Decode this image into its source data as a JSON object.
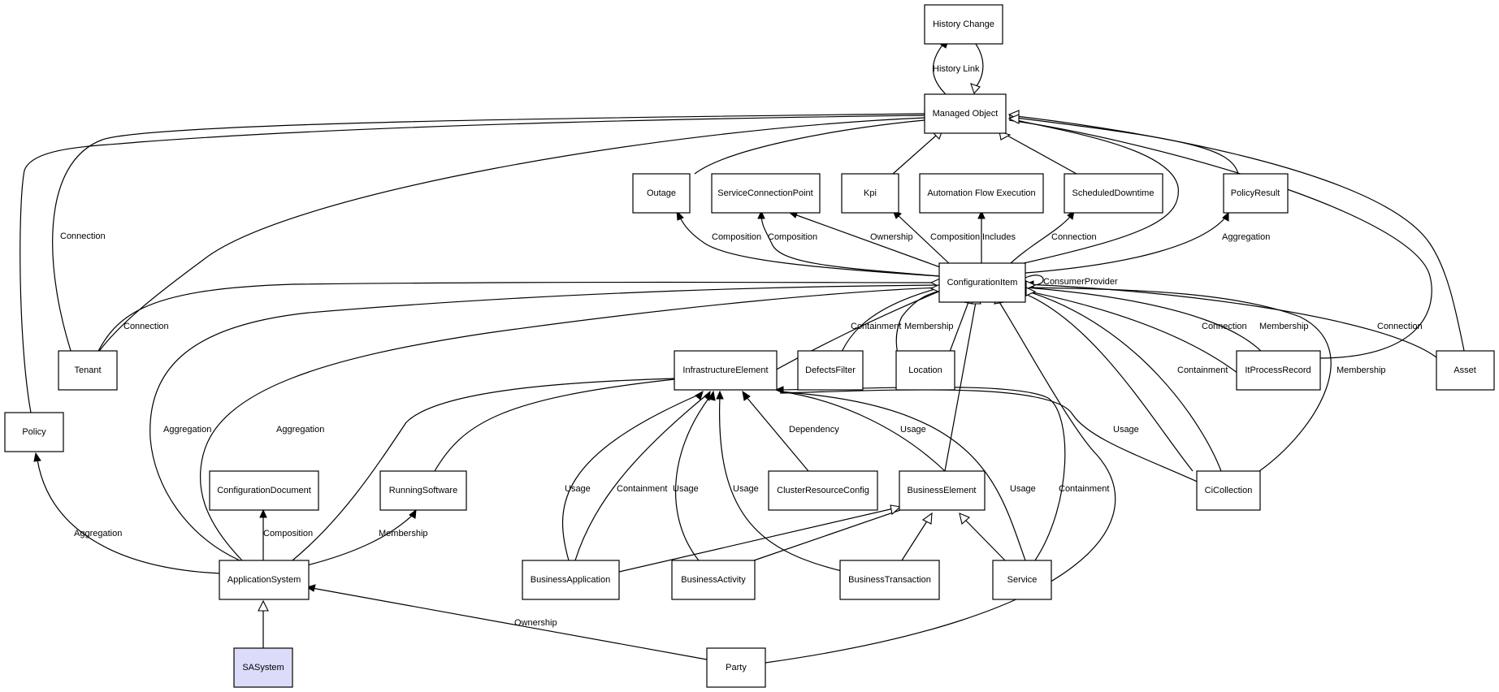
{
  "nodes": {
    "history_change": "History Change",
    "managed_object": "Managed Object",
    "outage": "Outage",
    "service_connection_point": "ServiceConnectionPoint",
    "kpi": "Kpi",
    "automation_flow_execution": "Automation Flow Execution",
    "scheduled_downtime": "ScheduledDowntime",
    "policy_result": "PolicyResult",
    "configuration_item": "ConfigurationItem",
    "tenant": "Tenant",
    "policy": "Policy",
    "infrastructure_element": "InfrastructureElement",
    "defects_filter": "DefectsFilter",
    "location": "Location",
    "it_process_record": "ItProcessRecord",
    "asset": "Asset",
    "configuration_document": "ConfigurationDocument",
    "running_software": "RunningSoftware",
    "cluster_resource_config": "ClusterResourceConfig",
    "business_element": "BusinessElement",
    "ci_collection": "CiCollection",
    "application_system": "ApplicationSystem",
    "business_application": "BusinessApplication",
    "business_activity": "BusinessActivity",
    "business_transaction": "BusinessTransaction",
    "service": "Service",
    "sa_system": "SASystem",
    "party": "Party"
  },
  "edge_labels": {
    "history_link": "History Link",
    "tenant_connection": "Connection",
    "outage_composition": "Composition",
    "scp_composition": "Composition",
    "ownership": "Ownership",
    "kpi_composition": "Composition",
    "includes": "Includes",
    "downtime_connection": "Connection",
    "policy_result_aggregation": "Aggregation",
    "consumer_provider": "ConsumerProvider",
    "tenant_ci_connection": "Connection",
    "containment": "Containment",
    "membership": "Membership",
    "it_process_connection": "Connection",
    "it_process_membership": "Membership",
    "asset_connection": "Connection",
    "ci_collection_containment": "Containment",
    "ci_collection_membership": "Membership",
    "aggregation_left": "Aggregation",
    "aggregation_right": "Aggregation",
    "dependency": "Dependency",
    "be_usage": "Usage",
    "ci_collection_usage": "Usage",
    "ba_usage": "Usage",
    "ba_containment": "Containment",
    "bact_usage": "Usage",
    "bt_usage": "Usage",
    "service_usage": "Usage",
    "service_containment": "Containment",
    "policy_aggregation": "Aggregation",
    "composition": "Composition",
    "rs_membership": "Membership",
    "party_ownership": "Ownership"
  },
  "colors": {
    "highlight_node_fill": "#dcdcfa",
    "line": "#000000",
    "background": "#ffffff"
  }
}
